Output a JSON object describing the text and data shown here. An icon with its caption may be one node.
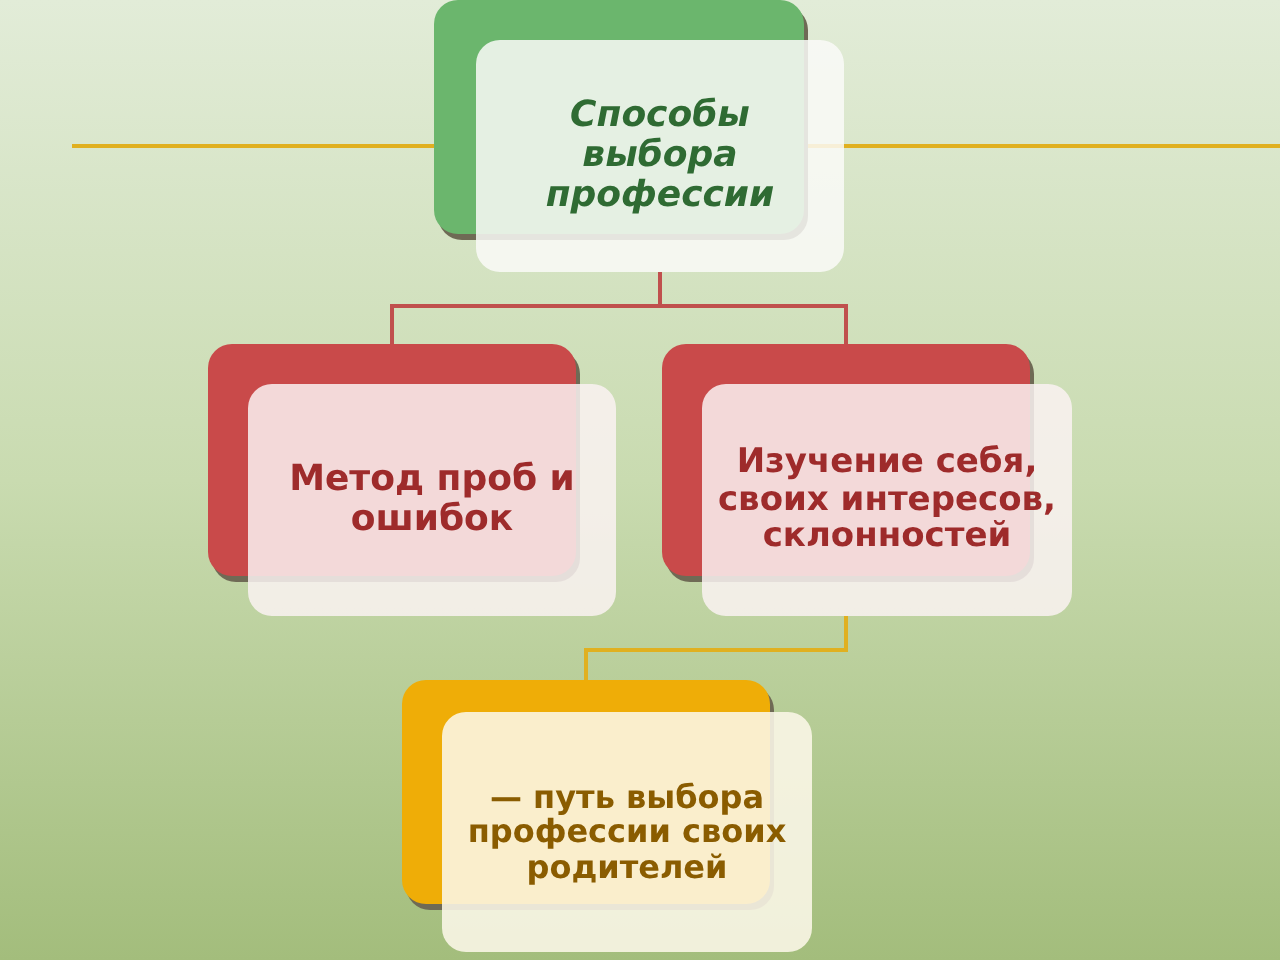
{
  "diagram": {
    "nodes": [
      {
        "text": [
          "Способы выбора профессии"
        ]
      },
      {
        "text": [
          "Метод проб и ошибок"
        ]
      },
      {
        "text": [
          "Изучение себя, своих интересов, склонностей"
        ]
      },
      {
        "text": [
          "— путь выбора профессии своих родителей"
        ]
      }
    ],
    "edges": [
      {
        "from": 0,
        "to": 1,
        "arrow": "none"
      },
      {
        "from": 0,
        "to": 2,
        "arrow": "none"
      },
      {
        "from": 2,
        "to": 3,
        "arrow": "none",
        "color": "#e0b020"
      }
    ]
  }
}
